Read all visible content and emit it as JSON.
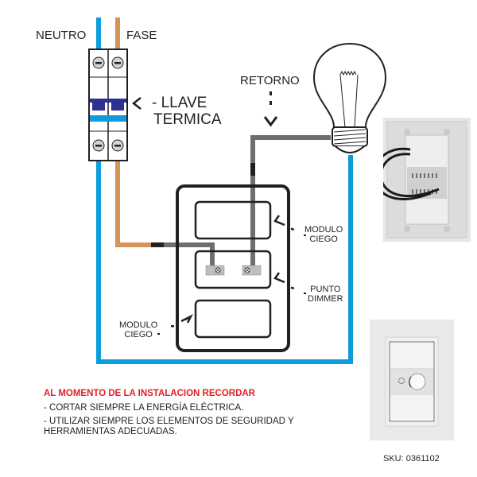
{
  "labels": {
    "neutro": "NEUTRO",
    "fase": "FASE",
    "llave_line1": "- LLAVE",
    "llave_line2": "TERMICA",
    "retorno": "RETORNO",
    "modulo_ciego_right_1": "MODULO",
    "modulo_ciego_right_2": "CIEGO",
    "punto_dimmer_1": "PUNTO",
    "punto_dimmer_2": "DIMMER",
    "modulo_ciego_left_1": "MODULO",
    "modulo_ciego_left_2": "CIEGO"
  },
  "notes": {
    "title": "AL MOMENTO DE LA INSTALACION RECORDAR",
    "items": [
      "- CORTAR SIEMPRE LA ENERGÍA ELÉCTRICA.",
      "- UTILIZAR SIEMPRE LOS ELEMENTOS DE SEGURIDAD Y HERRAMIENTAS ADECUADAS."
    ]
  },
  "sku": "SKU: 0361102",
  "colors": {
    "neutral_wire": "#0d9ddb",
    "phase_wire": "#d3935a",
    "return_wire": "#6d6e70",
    "wire_sleeve": "#231f20",
    "breaker_handle": "#2e3192",
    "breaker_band": "#0d9ddb",
    "warning_title": "#e11f26",
    "text": "#231f20"
  }
}
